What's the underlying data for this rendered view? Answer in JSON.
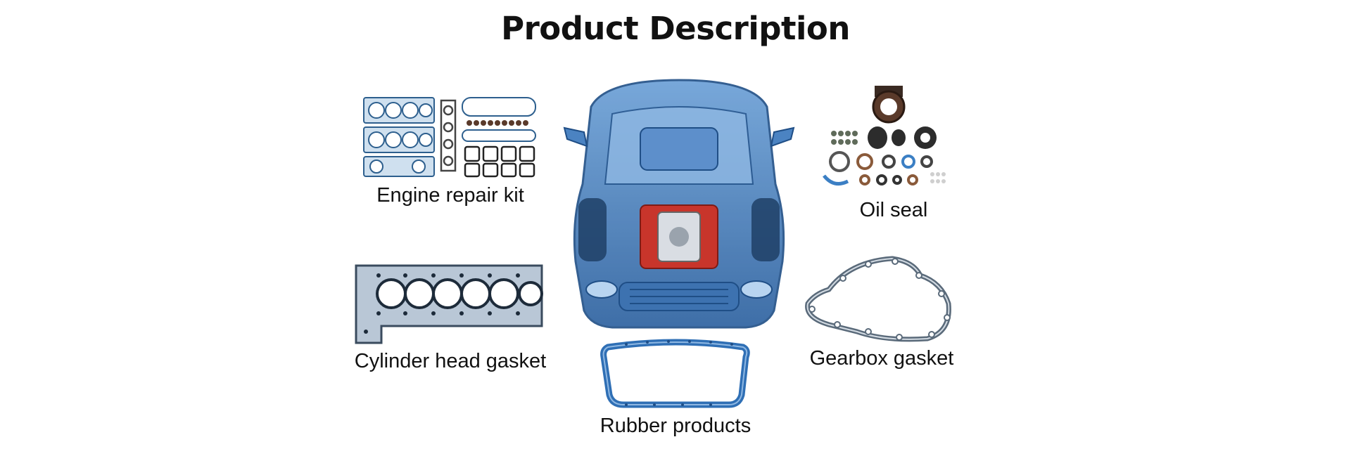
{
  "page": {
    "title": "Product Description"
  },
  "products": {
    "engine_repair_kit": "Engine repair kit",
    "oil_seal": "Oil seal",
    "cylinder_head_gasket": "Cylinder head gasket",
    "gearbox_gasket": "Gearbox gasket",
    "rubber_products": "Rubber products"
  },
  "colors": {
    "car_blue": "#2f6fb5",
    "gasket_blue": "#3b7fc4",
    "engine_red": "#c8352b",
    "seal_dark": "#3a2a22",
    "text": "#111111"
  }
}
